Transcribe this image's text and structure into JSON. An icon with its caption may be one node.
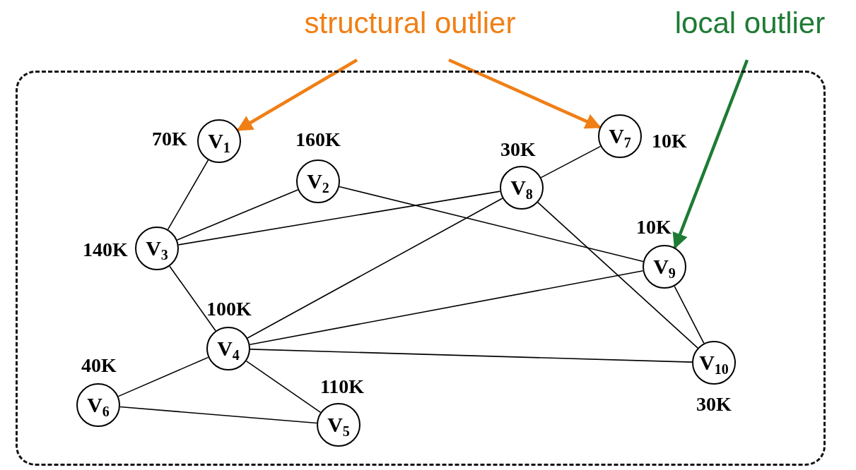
{
  "diagram": {
    "nodes": [
      {
        "text": [
          "structural outlier"
        ]
      },
      {
        "text": [
          "local outlier"
        ]
      },
      {
        "text": [],
        "shape": "box"
      },
      {
        "text": [
          "V$_{1}$"
        ],
        "beside": [
          "70K"
        ],
        "in": 2
      },
      {
        "text": [
          "V$_{2}$"
        ],
        "beside": [
          "160K"
        ],
        "in": 2
      },
      {
        "text": [
          "V$_{3}$"
        ],
        "beside": [
          "140K"
        ],
        "in": 2
      },
      {
        "text": [
          "V$_{4}$"
        ],
        "beside": [
          "100K"
        ],
        "in": 2
      },
      {
        "text": [
          "V$_{5}$"
        ],
        "beside": [
          "110K"
        ],
        "in": 2
      },
      {
        "text": [
          "V$_{6}$"
        ],
        "beside": [
          "40K"
        ],
        "in": 2
      },
      {
        "text": [
          "V$_{7}$"
        ],
        "beside": [
          "10K"
        ],
        "in": 2
      },
      {
        "text": [
          "V$_{8}$"
        ],
        "beside": [
          "30K"
        ],
        "in": 2
      },
      {
        "text": [
          "V$_{9}$"
        ],
        "beside": [
          "10K"
        ],
        "in": 2
      },
      {
        "text": [
          "V$_{10}$"
        ],
        "beside": [
          "30K"
        ],
        "in": 2
      }
    ],
    "edges": [
      {
        "from": 3,
        "to": 5,
        "arrow": "none"
      },
      {
        "from": 4,
        "to": 5,
        "arrow": "none"
      },
      {
        "from": 5,
        "to": 10,
        "arrow": "none"
      },
      {
        "from": 10,
        "to": 9,
        "arrow": "none"
      },
      {
        "from": 4,
        "to": 11,
        "arrow": "none"
      },
      {
        "from": 5,
        "to": 6,
        "arrow": "none"
      },
      {
        "from": 10,
        "to": 6,
        "arrow": "none"
      },
      {
        "from": 6,
        "to": 11,
        "arrow": "none"
      },
      {
        "from": 6,
        "to": 12,
        "arrow": "none"
      },
      {
        "from": 10,
        "to": 12,
        "arrow": "none"
      },
      {
        "from": 11,
        "to": 12,
        "arrow": "none"
      },
      {
        "from": 6,
        "to": 8,
        "arrow": "none"
      },
      {
        "from": 6,
        "to": 7,
        "arrow": "none"
      },
      {
        "from": 8,
        "to": 7,
        "arrow": "none"
      },
      {
        "from": 0,
        "to": 3,
        "arrow": "to",
        "style": "thick",
        "color": "#f07f16"
      },
      {
        "from": 0,
        "to": 9,
        "arrow": "to",
        "style": "thick",
        "color": "#f07f16"
      },
      {
        "from": 1,
        "to": 11,
        "arrow": "to",
        "style": "thick",
        "color": "#1e7b34"
      }
    ]
  }
}
